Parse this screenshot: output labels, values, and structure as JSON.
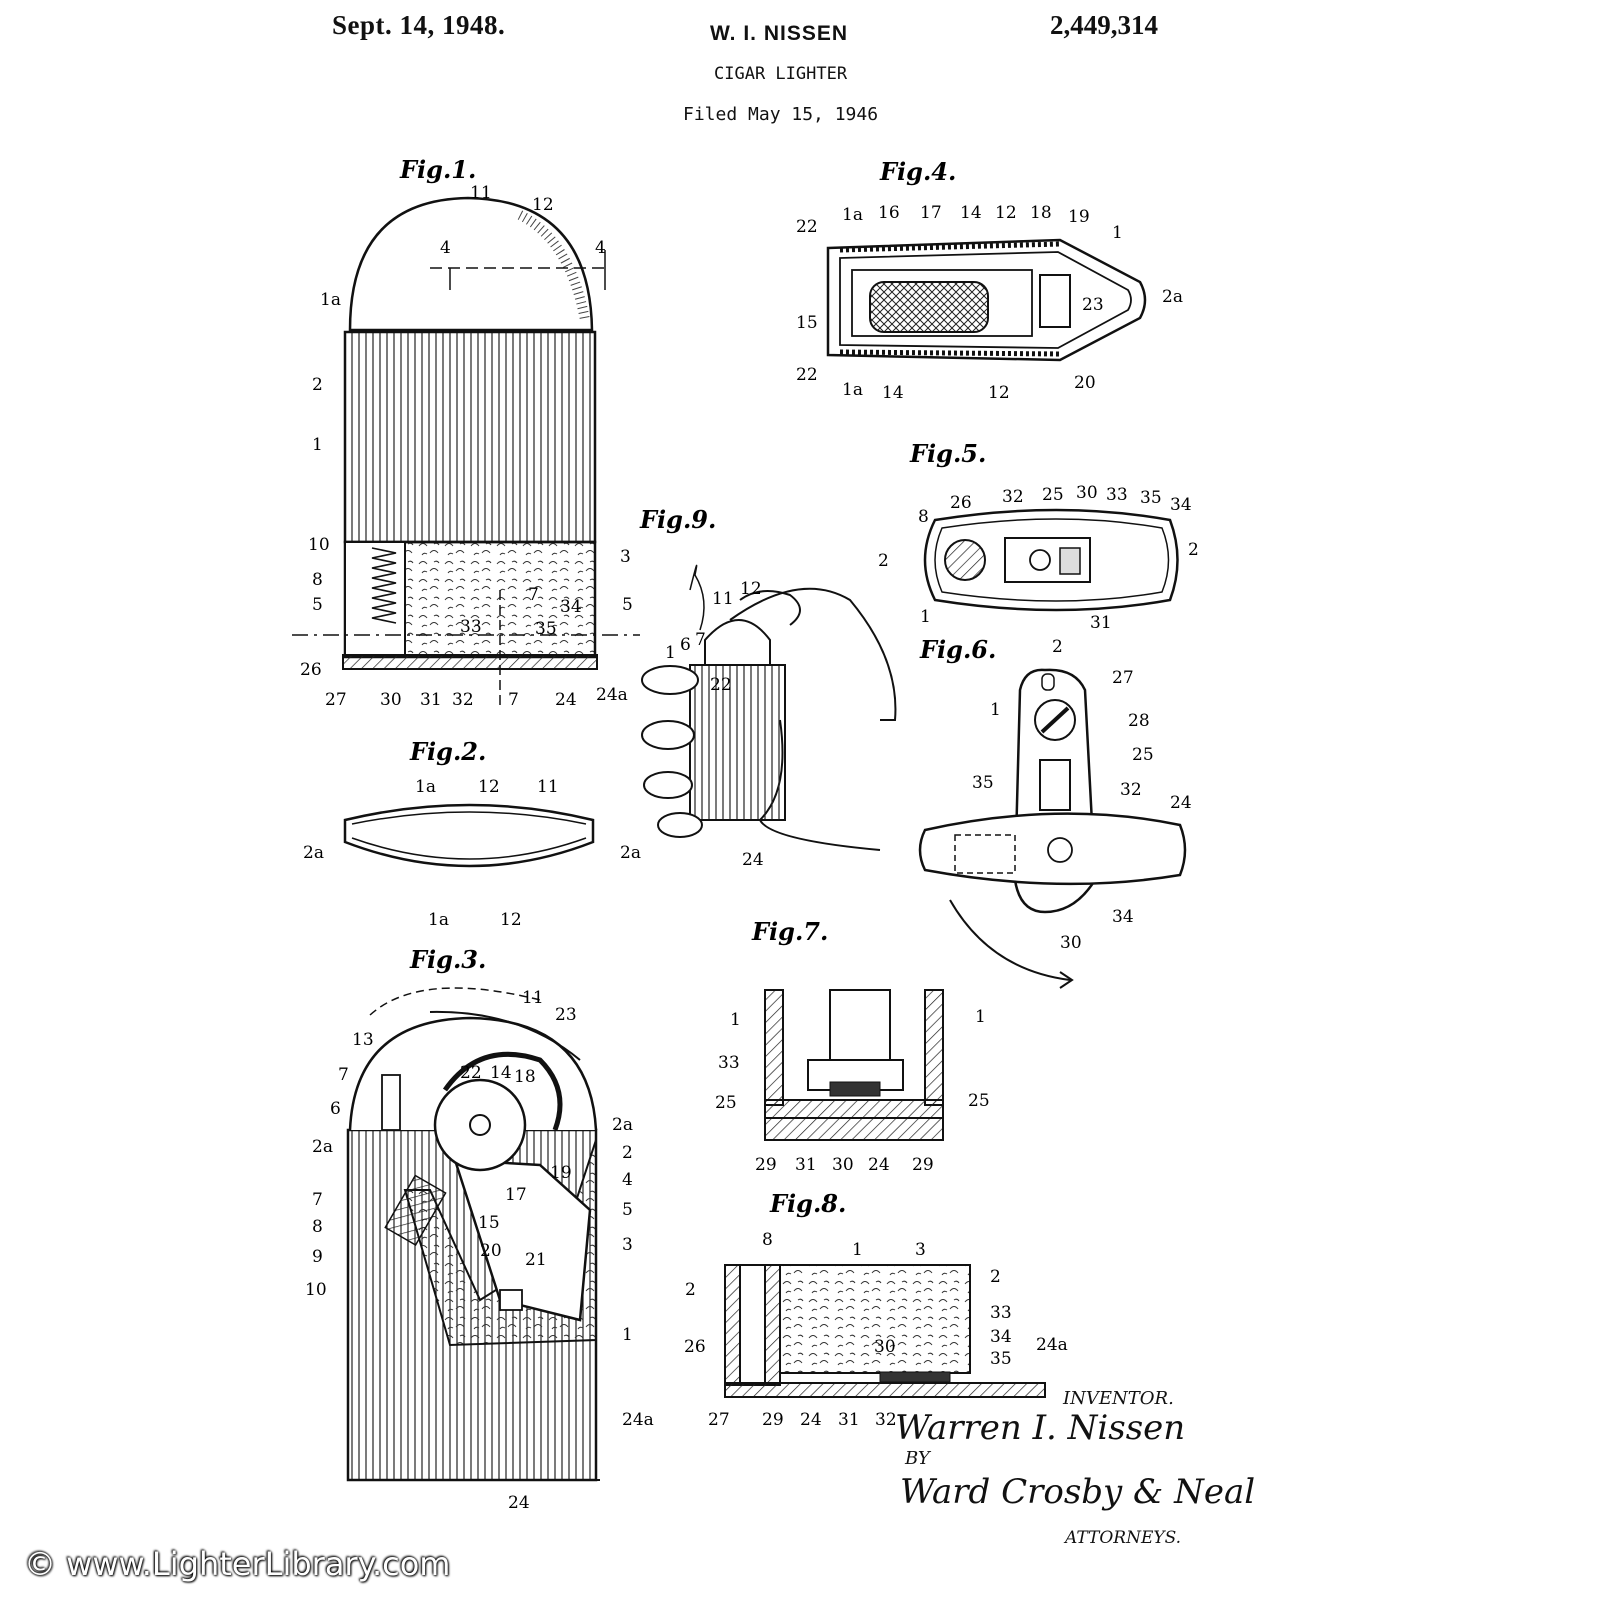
{
  "header": {
    "date": "Sept. 14, 1948.",
    "inventor": "W. I. NISSEN",
    "patent_number": "2,449,314",
    "title": "CIGAR LIGHTER",
    "filed": "Filed May 15, 1946"
  },
  "figures": {
    "fig1": "Fig.1.",
    "fig2": "Fig.2.",
    "fig3": "Fig.3.",
    "fig4": "Fig.4.",
    "fig5": "Fig.5.",
    "fig6": "Fig.6.",
    "fig7": "Fig.7.",
    "fig8": "Fig.8.",
    "fig9": "Fig.9."
  },
  "refs": {
    "r1": "1",
    "r1a": "1a",
    "r2": "2",
    "r2a": "2a",
    "r3": "3",
    "r4": "4",
    "r5": "5",
    "r6": "6",
    "r7": "7",
    "r8": "8",
    "r9": "9",
    "r10": "10",
    "r11": "11",
    "r12": "12",
    "r13": "13",
    "r14": "14",
    "r15": "15",
    "r16": "16",
    "r17": "17",
    "r18": "18",
    "r19": "19",
    "r20": "20",
    "r21": "21",
    "r22": "22",
    "r23": "23",
    "r24": "24",
    "r24a": "24a",
    "r25": "25",
    "r26": "26",
    "r27": "27",
    "r28": "28",
    "r29": "29",
    "r30": "30",
    "r31": "31",
    "r32": "32",
    "r33": "33",
    "r34": "34",
    "r35": "35"
  },
  "signature": {
    "inventor_label": "INVENTOR.",
    "inventor_name": "Warren I. Nissen",
    "by": "BY",
    "attorney_name": "Ward Crosby & Neal",
    "attorneys_label": "ATTORNEYS."
  },
  "watermark": "© www.LighterLibrary.com"
}
